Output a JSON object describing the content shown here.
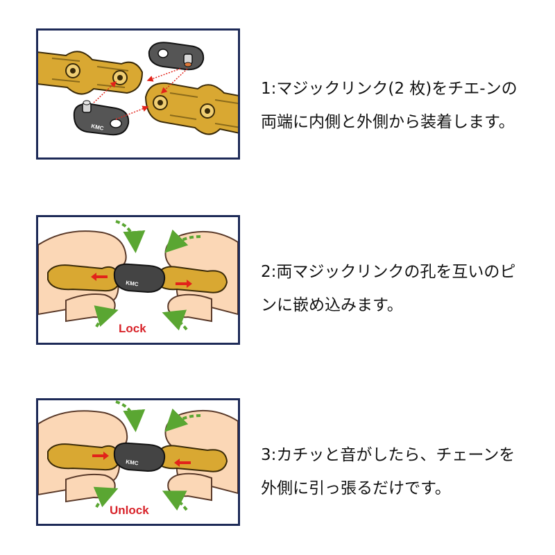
{
  "steps": [
    {
      "number": "1",
      "lines": [
        "1:マジックリンク(2 枚)をチエ-ンの",
        "両端に内側と外側から装着します。"
      ],
      "panel": {
        "link_brand": "KMC"
      }
    },
    {
      "number": "2",
      "lines": [
        "2:両マジックリンクの孔を互いのピ",
        "ンに嵌め込みます。"
      ],
      "panel": {
        "link_brand": "KMC",
        "action_label": "Lock"
      }
    },
    {
      "number": "3",
      "lines": [
        "3:カチッと音がしたら、チェーンを",
        "外側に引っ張るだけです。"
      ],
      "panel": {
        "link_brand": "KMC",
        "action_label": "Unlock"
      }
    }
  ],
  "colors": {
    "panel_border": "#1d2a57",
    "chain_gold": "#d9a832",
    "chain_dark": "#3a3a3a",
    "skin": "#fbd7b6",
    "arrow_green": "#5aa632",
    "arrow_red": "#e2231a",
    "action_label_red": "#d8232a"
  }
}
